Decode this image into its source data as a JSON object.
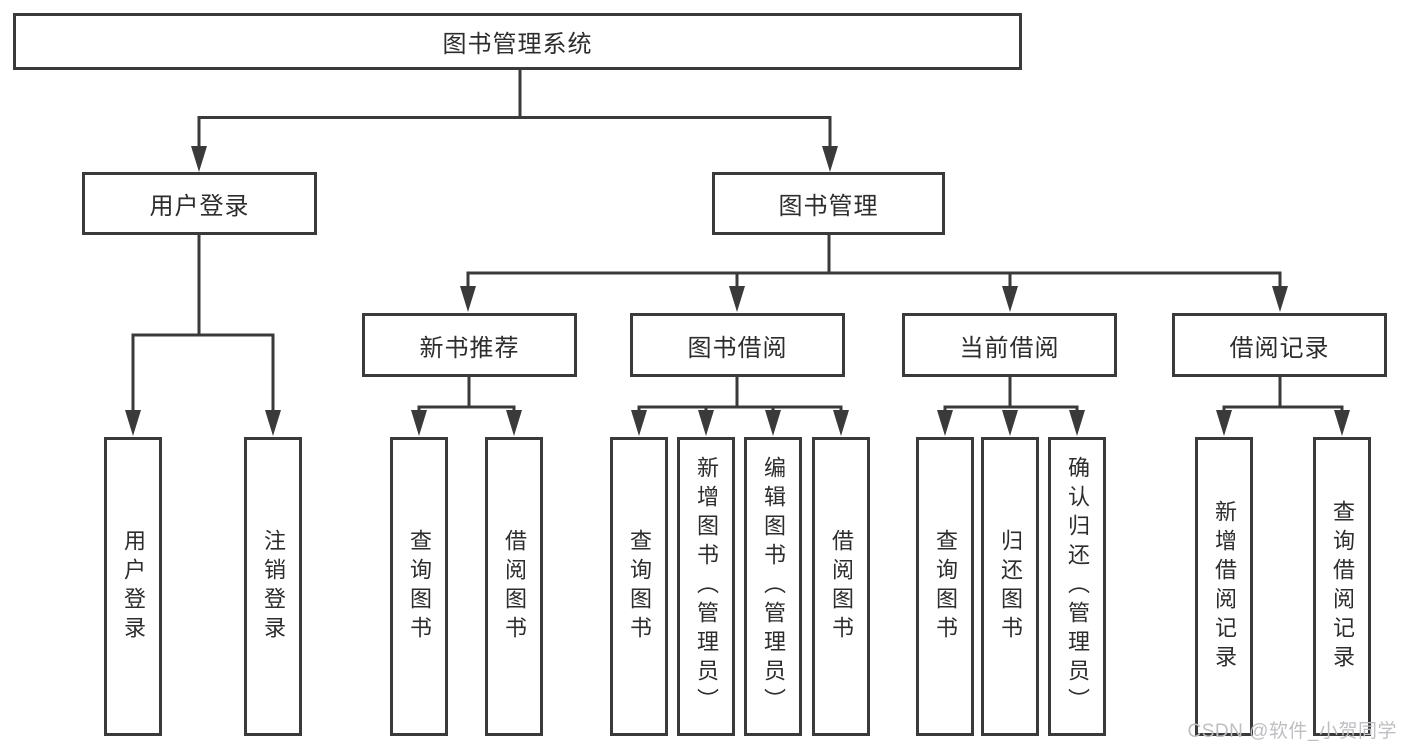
{
  "tree": {
    "root": {
      "label": "图书管理系统"
    },
    "branches": [
      {
        "label": "用户登录",
        "children": [
          {
            "label": "用户登录"
          },
          {
            "label": "注销登录"
          }
        ]
      },
      {
        "label": "图书管理",
        "children": [
          {
            "label": "新书推荐",
            "children": [
              {
                "label": "查询图书"
              },
              {
                "label": "借阅图书"
              }
            ]
          },
          {
            "label": "图书借阅",
            "children": [
              {
                "label": "查询图书"
              },
              {
                "label": "新增图书（管理员）"
              },
              {
                "label": "编辑图书（管理员）"
              },
              {
                "label": "借阅图书"
              }
            ]
          },
          {
            "label": "当前借阅",
            "children": [
              {
                "label": "查询图书"
              },
              {
                "label": "归还图书"
              },
              {
                "label": "确认归还（管理员）"
              }
            ]
          },
          {
            "label": "借阅记录",
            "children": [
              {
                "label": "新增借阅记录"
              },
              {
                "label": "查询借阅记录"
              }
            ]
          }
        ]
      }
    ]
  },
  "watermark": {
    "text": "CSDN @软件_小贺同学"
  },
  "colors": {
    "line": "#3a3a3a",
    "box_border": "#3a3a3a",
    "text": "#2d2d2d",
    "watermark": "#bfbfc3",
    "background": "#ffffff"
  }
}
